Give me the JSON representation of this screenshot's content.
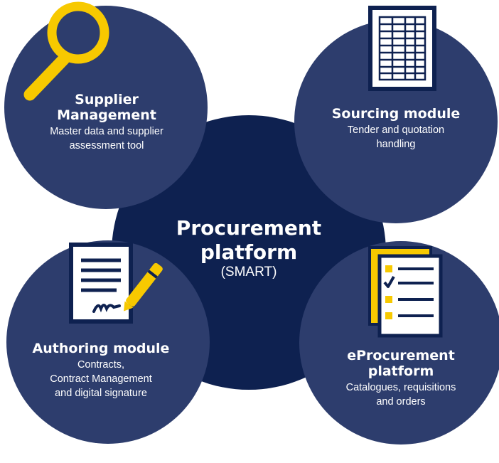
{
  "center": {
    "title_line1": "Procurement",
    "title_line2": "platform",
    "subtitle": "(SMART)"
  },
  "modules": {
    "supplier": {
      "title_line1": "Supplier",
      "title_line2": "Management",
      "desc_line1": "Master  data and supplier",
      "desc_line2": "assessment tool",
      "icon": "magnifying-glass-icon"
    },
    "sourcing": {
      "title": "Sourcing module",
      "desc_line1": "Tender and quotation",
      "desc_line2": "handling",
      "icon": "spreadsheet-icon"
    },
    "authoring": {
      "title": "Authoring module",
      "desc_line1": "Contracts,",
      "desc_line2": "Contract Management",
      "desc_line3": "and digital signature",
      "icon": "signed-document-icon"
    },
    "eprocurement": {
      "title_line1": "eProcurement",
      "title_line2": "platform",
      "desc_line1": "Catalogues, requisitions",
      "desc_line2": "and orders",
      "icon": "checklist-icon"
    }
  },
  "colors": {
    "center_circle": "#0e2150",
    "module_circle": "#2d3d6d",
    "accent_yellow": "#f7c900",
    "text": "#ffffff"
  }
}
